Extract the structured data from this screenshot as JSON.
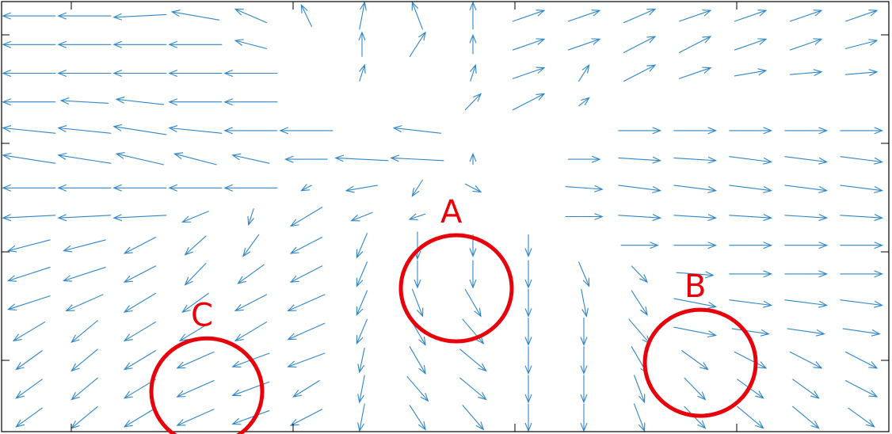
{
  "chart_data": {
    "type": "quiver",
    "title": "",
    "xlabel": "",
    "ylabel": "",
    "grid": false,
    "legend": "none",
    "colors": {
      "arrow": "#2f86c8",
      "axis": "#000000",
      "annotation": "#e8000b"
    },
    "annotations": [
      {
        "label": "A",
        "x": 8.2,
        "y": 5.0,
        "r": 1.0
      },
      {
        "label": "B",
        "x": 12.6,
        "y": 2.4,
        "r": 1.0
      },
      {
        "label": "C",
        "x": 3.7,
        "y": 1.4,
        "r": 1.0
      }
    ],
    "vectors": [
      [
        [
          -1.0,
          0.0
        ],
        [
          -1.0,
          0.0
        ],
        [
          -1.0,
          -0.1
        ],
        [
          -0.9,
          0.3
        ],
        [
          -0.6,
          0.5
        ],
        [
          -0.2,
          0.8
        ],
        [
          0.1,
          1.0
        ],
        [
          -0.2,
          1.0
        ],
        [
          0.0,
          1.0
        ],
        [
          0.6,
          0.4
        ],
        [
          0.6,
          0.4
        ],
        [
          0.6,
          0.5
        ],
        [
          0.6,
          0.4
        ],
        [
          0.6,
          0.4
        ],
        [
          0.6,
          0.4
        ],
        [
          0.6,
          0.4
        ]
      ],
      [
        [
          -1.0,
          0.0
        ],
        [
          -1.0,
          0.0
        ],
        [
          -1.0,
          0.0
        ],
        [
          -1.0,
          0.0
        ],
        [
          -0.6,
          0.3
        ],
        [
          0.0,
          0.0
        ],
        [
          0.0,
          0.9
        ],
        [
          0.3,
          0.9
        ],
        [
          0.0,
          0.7
        ],
        [
          0.6,
          0.4
        ],
        [
          0.6,
          0.4
        ],
        [
          0.6,
          0.6
        ],
        [
          0.6,
          0.6
        ],
        [
          0.6,
          0.4
        ],
        [
          0.6,
          0.4
        ],
        [
          0.6,
          0.3
        ]
      ],
      [
        [
          -1.0,
          0.0
        ],
        [
          -1.0,
          0.0
        ],
        [
          -1.0,
          0.0
        ],
        [
          -1.0,
          0.0
        ],
        [
          -1.0,
          0.0
        ],
        [
          0.0,
          0.0
        ],
        [
          0.1,
          0.6
        ],
        [
          0.0,
          0.0
        ],
        [
          0.1,
          0.6
        ],
        [
          0.6,
          0.4
        ],
        [
          0.2,
          0.6
        ],
        [
          0.6,
          0.6
        ],
        [
          0.6,
          0.4
        ],
        [
          0.6,
          0.2
        ],
        [
          0.6,
          0.1
        ],
        [
          0.6,
          0.1
        ]
      ],
      [
        [
          -1.0,
          0.0
        ],
        [
          -0.9,
          0.1
        ],
        [
          -0.9,
          0.2
        ],
        [
          -1.0,
          0.0
        ],
        [
          -1.0,
          0.0
        ],
        [
          0.0,
          0.0
        ],
        [
          0.0,
          0.0
        ],
        [
          0.0,
          0.0
        ],
        [
          0.3,
          0.6
        ],
        [
          0.6,
          0.6
        ],
        [
          0.2,
          0.3
        ],
        [
          0.0,
          0.0
        ],
        [
          0.0,
          0.0
        ],
        [
          0.0,
          0.0
        ],
        [
          0.0,
          0.0
        ],
        [
          0.0,
          0.0
        ]
      ],
      [
        [
          -1.0,
          0.2
        ],
        [
          -1.0,
          0.2
        ],
        [
          -1.0,
          0.3
        ],
        [
          -1.0,
          0.2
        ],
        [
          -1.0,
          0.0
        ],
        [
          -1.0,
          0.0
        ],
        [
          0.0,
          0.0
        ],
        [
          -0.9,
          0.2
        ],
        [
          0.0,
          0.0
        ],
        [
          0.0,
          0.0
        ],
        [
          0.0,
          0.0
        ],
        [
          0.8,
          0.0
        ],
        [
          0.8,
          0.0
        ],
        [
          0.8,
          0.0
        ],
        [
          0.8,
          0.0
        ],
        [
          0.8,
          0.0
        ]
      ],
      [
        [
          -1.0,
          0.3
        ],
        [
          -1.0,
          0.3
        ],
        [
          -0.9,
          0.4
        ],
        [
          -0.8,
          0.4
        ],
        [
          -0.7,
          0.3
        ],
        [
          -0.8,
          0.0
        ],
        [
          -1.0,
          0.1
        ],
        [
          -1.0,
          0.1
        ],
        [
          0.0,
          0.4
        ],
        [
          0.0,
          0.0
        ],
        [
          0.6,
          0.0
        ],
        [
          0.8,
          -0.1
        ],
        [
          0.8,
          -0.1
        ],
        [
          0.8,
          -0.2
        ],
        [
          0.8,
          -0.2
        ],
        [
          0.8,
          -0.2
        ]
      ],
      [
        [
          -1.0,
          0.0
        ],
        [
          -1.0,
          0.0
        ],
        [
          -1.0,
          0.0
        ],
        [
          -1.0,
          0.0
        ],
        [
          -1.0,
          0.0
        ],
        [
          -0.2,
          -0.2
        ],
        [
          -0.6,
          -0.2
        ],
        [
          -0.2,
          -0.6
        ],
        [
          0.3,
          -0.3
        ],
        [
          0.0,
          0.0
        ],
        [
          0.7,
          -0.1
        ],
        [
          0.8,
          -0.2
        ],
        [
          0.8,
          -0.2
        ],
        [
          0.8,
          -0.2
        ],
        [
          0.8,
          -0.2
        ],
        [
          0.8,
          -0.2
        ]
      ],
      [
        [
          -1.0,
          -0.1
        ],
        [
          -1.0,
          -0.1
        ],
        [
          -1.0,
          -0.1
        ],
        [
          -0.5,
          -0.4
        ],
        [
          -0.1,
          -0.6
        ],
        [
          -0.6,
          -0.7
        ],
        [
          -0.4,
          -0.3
        ],
        [
          -0.3,
          -0.2
        ],
        [
          0.0,
          0.0
        ],
        [
          0.0,
          0.0
        ],
        [
          0.7,
          0.0
        ],
        [
          0.8,
          -0.1
        ],
        [
          0.8,
          -0.1
        ],
        [
          0.8,
          -0.1
        ],
        [
          0.8,
          -0.1
        ],
        [
          0.8,
          -0.1
        ]
      ],
      [
        [
          -0.8,
          -0.4
        ],
        [
          -0.8,
          -0.4
        ],
        [
          -0.6,
          -0.6
        ],
        [
          -0.4,
          -0.7
        ],
        [
          -0.3,
          -0.8
        ],
        [
          -0.6,
          -0.6
        ],
        [
          -0.2,
          -0.9
        ],
        [
          0.0,
          -1.0
        ],
        [
          0.0,
          -0.8
        ],
        [
          0.0,
          -0.8
        ],
        [
          0.0,
          0.0
        ],
        [
          0.7,
          0.0
        ],
        [
          0.8,
          0.0
        ],
        [
          0.8,
          0.0
        ],
        [
          0.8,
          0.0
        ],
        [
          0.8,
          0.0
        ]
      ],
      [
        [
          -0.8,
          -0.5
        ],
        [
          -0.8,
          -0.5
        ],
        [
          -0.6,
          -0.6
        ],
        [
          -0.4,
          -0.8
        ],
        [
          -0.5,
          -0.7
        ],
        [
          -0.6,
          -0.6
        ],
        [
          -0.2,
          -0.9
        ],
        [
          0.0,
          -1.0
        ],
        [
          0.0,
          -1.0
        ],
        [
          0.0,
          -1.0
        ],
        [
          0.2,
          -0.9
        ],
        [
          0.3,
          -0.6
        ],
        [
          0.7,
          -0.1
        ],
        [
          0.8,
          0.0
        ],
        [
          0.8,
          0.0
        ],
        [
          0.8,
          0.0
        ]
      ],
      [
        [
          -0.8,
          -0.5
        ],
        [
          -0.7,
          -0.6
        ],
        [
          -0.6,
          -0.7
        ],
        [
          -0.5,
          -0.7
        ],
        [
          -0.6,
          -0.6
        ],
        [
          -0.7,
          -0.6
        ],
        [
          -0.2,
          -0.9
        ],
        [
          0.2,
          -1.0
        ],
        [
          0.3,
          -1.0
        ],
        [
          0.0,
          -1.0
        ],
        [
          0.1,
          -1.0
        ],
        [
          0.3,
          -0.9
        ],
        [
          0.8,
          -0.3
        ],
        [
          0.8,
          -0.2
        ],
        [
          0.8,
          -0.2
        ],
        [
          0.8,
          -0.2
        ]
      ],
      [
        [
          -0.6,
          -0.7
        ],
        [
          -0.5,
          -0.8
        ],
        [
          -0.6,
          -0.7
        ],
        [
          -0.6,
          -0.7
        ],
        [
          -0.6,
          -0.7
        ],
        [
          -0.7,
          -0.6
        ],
        [
          -0.2,
          -0.9
        ],
        [
          0.3,
          -1.0
        ],
        [
          0.4,
          -0.9
        ],
        [
          0.0,
          -1.0
        ],
        [
          0.0,
          -1.0
        ],
        [
          0.4,
          -0.9
        ],
        [
          0.8,
          -0.3
        ],
        [
          0.7,
          -0.2
        ],
        [
          0.7,
          -0.2
        ],
        [
          0.7,
          -0.2
        ]
      ],
      [
        [
          -0.5,
          -0.7
        ],
        [
          -0.5,
          -0.8
        ],
        [
          -0.6,
          -0.7
        ],
        [
          -0.7,
          -0.6
        ],
        [
          -0.7,
          -0.5
        ],
        [
          -0.7,
          -0.5
        ],
        [
          -0.1,
          -0.9
        ],
        [
          0.3,
          -1.0
        ],
        [
          0.5,
          -0.8
        ],
        [
          0.0,
          -1.0
        ],
        [
          0.0,
          -1.0
        ],
        [
          0.3,
          -1.0
        ],
        [
          0.5,
          -0.7
        ],
        [
          0.6,
          -0.6
        ],
        [
          0.6,
          -0.6
        ],
        [
          0.6,
          -0.6
        ]
      ],
      [
        [
          -0.5,
          -0.7
        ],
        [
          -0.5,
          -0.8
        ],
        [
          -0.6,
          -0.7
        ],
        [
          -0.7,
          -0.6
        ],
        [
          -0.7,
          -0.5
        ],
        [
          -0.5,
          -0.6
        ],
        [
          -0.1,
          -1.0
        ],
        [
          0.4,
          -0.9
        ],
        [
          0.5,
          -0.8
        ],
        [
          0.0,
          -1.0
        ],
        [
          0.0,
          -1.0
        ],
        [
          0.2,
          -1.0
        ],
        [
          0.4,
          -0.8
        ],
        [
          0.5,
          -0.7
        ],
        [
          0.5,
          -0.7
        ],
        [
          0.6,
          -0.6
        ]
      ],
      [
        [
          -0.5,
          -0.7
        ],
        [
          -0.5,
          -0.8
        ],
        [
          -0.6,
          -0.7
        ],
        [
          -0.7,
          -0.6
        ],
        [
          -0.7,
          -0.5
        ],
        [
          -0.6,
          -0.6
        ],
        [
          -0.1,
          -1.0
        ],
        [
          0.3,
          -0.9
        ],
        [
          0.4,
          -0.9
        ],
        [
          0.0,
          -1.0
        ],
        [
          0.0,
          -1.0
        ],
        [
          0.2,
          -1.0
        ],
        [
          0.4,
          -0.8
        ],
        [
          0.5,
          -0.8
        ],
        [
          0.5,
          -0.8
        ],
        [
          0.5,
          -0.7
        ]
      ]
    ]
  }
}
